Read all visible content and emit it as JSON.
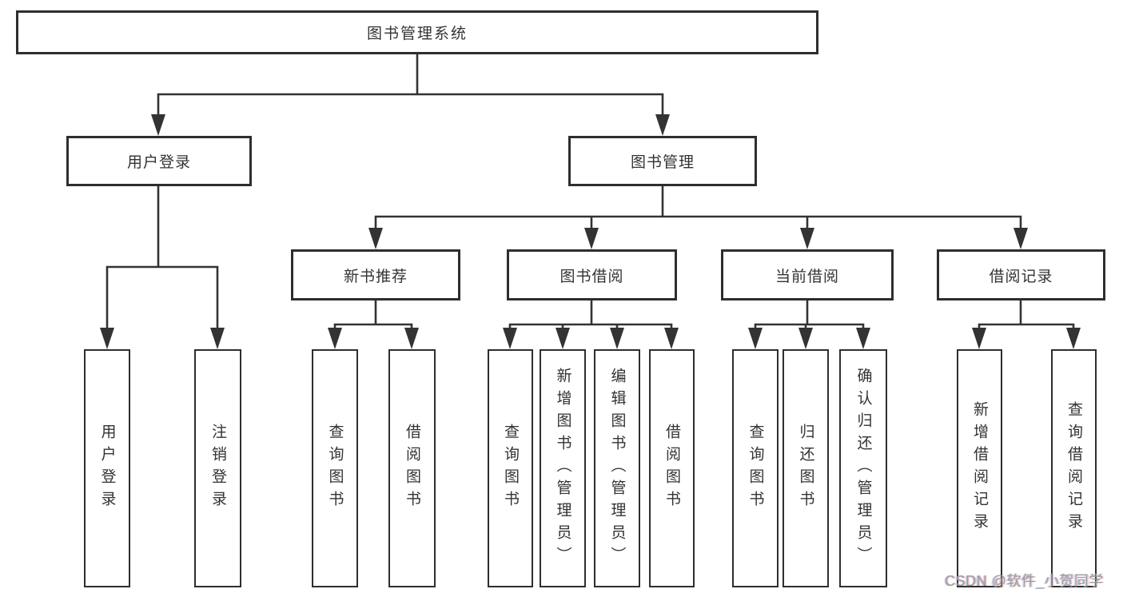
{
  "diagram_title": "图书管理系统",
  "nodes": {
    "root": "图书管理系统",
    "user_login": "用户登录",
    "book_management": "图书管理",
    "new_book_recommend": "新书推荐",
    "book_borrow": "图书借阅",
    "current_borrow": "当前借阅",
    "borrow_records": "借阅记录",
    "leaf_user_login": "用户登录",
    "leaf_logout": "注销登录",
    "leaf_query_books_recommend": "查询图书",
    "leaf_borrow_books_recommend": "借阅图书",
    "leaf_query_books_borrow": "查询图书",
    "leaf_add_books_admin": "新增图书（管理员）",
    "leaf_edit_books_admin": "编辑图书（管理员）",
    "leaf_borrow_books": "借阅图书",
    "leaf_query_books_current": "查询图书",
    "leaf_return_books": "归还图书",
    "leaf_confirm_return_admin": "确认归还（管理员）",
    "leaf_add_borrow_record": "新增借阅记录",
    "leaf_query_borrow_record": "查询借阅记录"
  },
  "watermark": {
    "text": "CSDN @软件_小贺同学"
  },
  "colors": {
    "background": "#ffffff",
    "box_border": "#2e2e2e",
    "box_fill": "#ffffff",
    "connector_line": "#333333",
    "text": "#333333",
    "watermark_text": "#9d9d9d"
  }
}
